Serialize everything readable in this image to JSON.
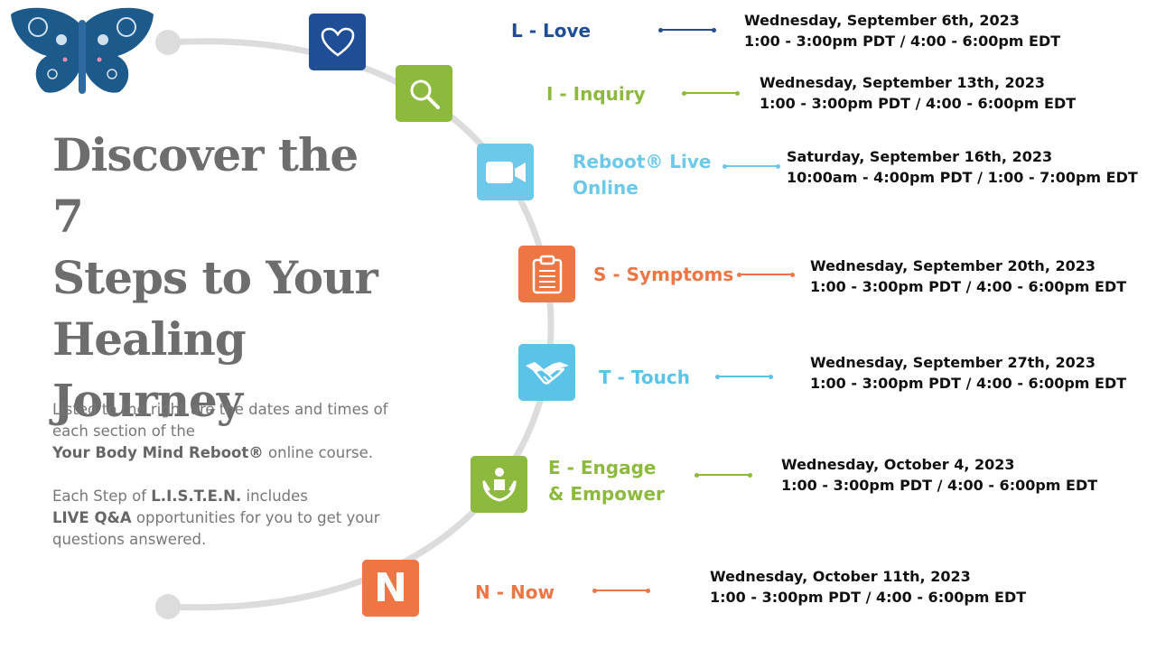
{
  "heading": {
    "line1": "Discover the 7",
    "line2": "Steps to Your",
    "line3": "Healing",
    "line4": "Journey"
  },
  "description": {
    "p1_text1": "Listed to the right are the dates and times of each section of the",
    "p1_bold": "Your Body Mind Reboot®",
    "p1_text2": " online course.",
    "p2_text1": "Each Step of ",
    "p2_bold1": "L.I.S.T.E.N.",
    "p2_text2": " includes",
    "p2_bold2": "LIVE Q&A",
    "p2_text3": " opportunities for you to get your questions answered."
  },
  "colors": {
    "navy": "#1f4e96",
    "green": "#8dba3e",
    "sky": "#5cc3e8",
    "orange": "#ee7644",
    "arc": "#dcdcdc"
  },
  "steps": [
    {
      "label1": "L - Love",
      "label2": "",
      "icon": "heart-icon",
      "color": "#1f4e96",
      "date": "Wednesday, September 6th, 2023",
      "time": "1:00 - 3:00pm PDT / 4:00 - 6:00pm EDT"
    },
    {
      "label1": "I - Inquiry",
      "label2": "",
      "icon": "magnifier-icon",
      "color": "#8dba3e",
      "date": "Wednesday, September 13th, 2023",
      "time": "1:00 - 3:00pm PDT / 4:00 - 6:00pm EDT"
    },
    {
      "label1": "Reboot® Live",
      "label2": "Online",
      "icon": "video-camera-icon",
      "color": "#6cc9ea",
      "date": "Saturday, September 16th, 2023",
      "time": "10:00am - 4:00pm PDT / 1:00 - 7:00pm EDT"
    },
    {
      "label1": "S - Symptoms",
      "label2": "",
      "icon": "clipboard-icon",
      "color": "#ee7644",
      "date": "Wednesday, September 20th, 2023",
      "time": "1:00 - 3:00pm PDT / 4:00 - 6:00pm EDT"
    },
    {
      "label1": "T - Touch",
      "label2": "",
      "icon": "handshake-icon",
      "color": "#5cc3e8",
      "date": "Wednesday, September 27th, 2023",
      "time": "1:00 - 3:00pm PDT / 4:00 - 6:00pm EDT"
    },
    {
      "label1": "E - Engage",
      "label2": "& Empower",
      "icon": "hands-person-icon",
      "color": "#8dba3e",
      "date": "Wednesday, October 4, 2023",
      "time": "1:00 - 3:00pm PDT / 4:00 - 6:00pm EDT"
    },
    {
      "label1": "N - Now",
      "label2": "",
      "icon": "letter-n-icon",
      "icon_text": "N",
      "color": "#ee7644",
      "date": "Wednesday, October 11th, 2023",
      "time": "1:00 - 3:00pm PDT / 4:00 - 6:00pm EDT"
    }
  ]
}
